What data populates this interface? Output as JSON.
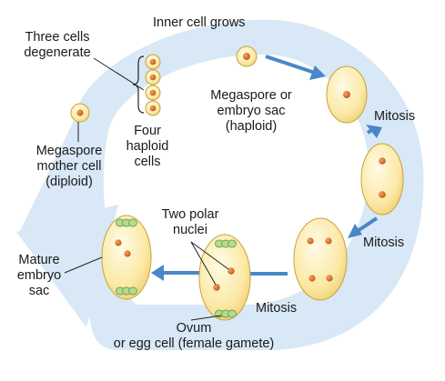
{
  "labels": {
    "inner_cell_grows": "Inner cell grows",
    "three_cells_degenerate": [
      "Three cells",
      "degenerate"
    ],
    "four_haploid_cells": [
      "Four",
      "haploid",
      "cells"
    ],
    "megaspore_embryo_sac": [
      "Megaspore or",
      "embryo sac",
      "(haploid)"
    ],
    "megaspore_mother_cell": [
      "Megaspore",
      "mother cell",
      "(diploid)"
    ],
    "mitosis_1": "Mitosis",
    "mitosis_2": "Mitosis",
    "mitosis_3": "Mitosis",
    "two_polar_nuclei": [
      "Two polar",
      "nuclei"
    ],
    "mature_embryo_sac": [
      "Mature",
      "embryo",
      "sac"
    ],
    "ovum": [
      "Ovum",
      "or egg cell (female gamete)"
    ]
  },
  "colors": {
    "cycle_band": "#d8e8f6",
    "arrow": "#4a86c8",
    "cell_fill": "#fbe9a6",
    "cell_stroke": "#c8a23a",
    "nucleus": "#d2691e",
    "synergid": "#6aa84f"
  }
}
